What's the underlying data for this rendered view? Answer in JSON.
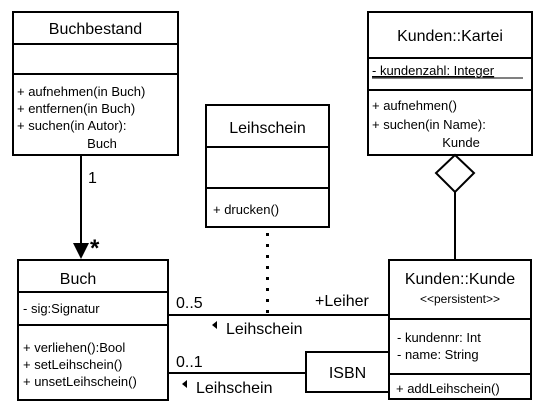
{
  "classes": {
    "buchbestand": {
      "name": "Buchbestand",
      "operations": [
        "+ aufnehmen(in Buch)",
        "+ entfernen(in Buch)",
        "+ suchen(in Autor):",
        "Buch"
      ]
    },
    "kartei": {
      "name": "Kunden::Kartei",
      "attributes": [
        "- kundenzahl: Integer"
      ],
      "operations": [
        "+ aufnehmen()",
        "+ suchen(in Name):",
        "Kunde"
      ]
    },
    "leihschein": {
      "name": "Leihschein",
      "operations": [
        "+ drucken()"
      ]
    },
    "buch": {
      "name": "Buch",
      "attributes": [
        "- sig:Signatur"
      ],
      "operations": [
        "+ verliehen():Bool",
        "+ setLeihschein()",
        "+ unsetLeihschein()"
      ]
    },
    "kunde": {
      "name": "Kunden::Kunde",
      "stereotype": "<<persistent>>",
      "attributes": [
        "- kundennr: Int",
        "- name: String"
      ],
      "operations": [
        "+ addLeihschein()"
      ]
    }
  },
  "qualifier": {
    "label": "ISBN"
  },
  "associations": {
    "bestand_buch": {
      "source_mult": "1",
      "target_mult": "*"
    },
    "buch_kunde_upper": {
      "mult": "0..5",
      "role": "+Leiher",
      "name": "Leihschein"
    },
    "buch_kunde_lower": {
      "mult": "0..1",
      "name": "Leihschein"
    }
  }
}
